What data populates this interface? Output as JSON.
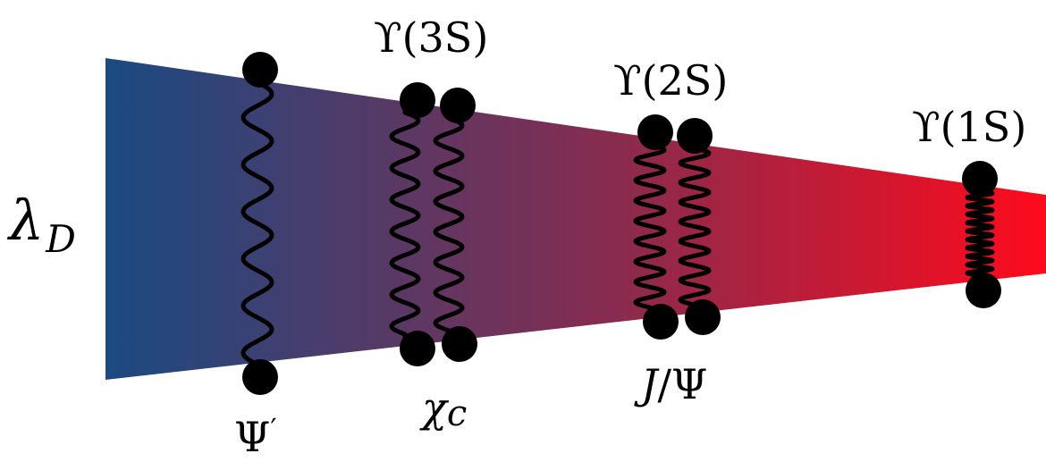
{
  "colors": {
    "gradient_start": "#1a4a82",
    "gradient_mid": "#8a2b4e",
    "gradient_end": "#ff0a1c",
    "ink": "#000000"
  },
  "axis_label": {
    "symbol": "λ",
    "subscript": "D"
  },
  "labels": {
    "upsilon_3s": {
      "symbol": "ϒ",
      "text": "(3S)"
    },
    "upsilon_2s": {
      "symbol": "ϒ",
      "text": "(2S)"
    },
    "upsilon_1s": {
      "symbol": "ϒ",
      "text": "(1S)"
    },
    "psi_prime": {
      "symbol": "Ψ",
      "prime": "′"
    },
    "chi_c": {
      "symbol": "χ",
      "subscript": "c"
    },
    "j_psi": {
      "j": "J",
      "slash": "/",
      "psi": "Ψ"
    }
  }
}
